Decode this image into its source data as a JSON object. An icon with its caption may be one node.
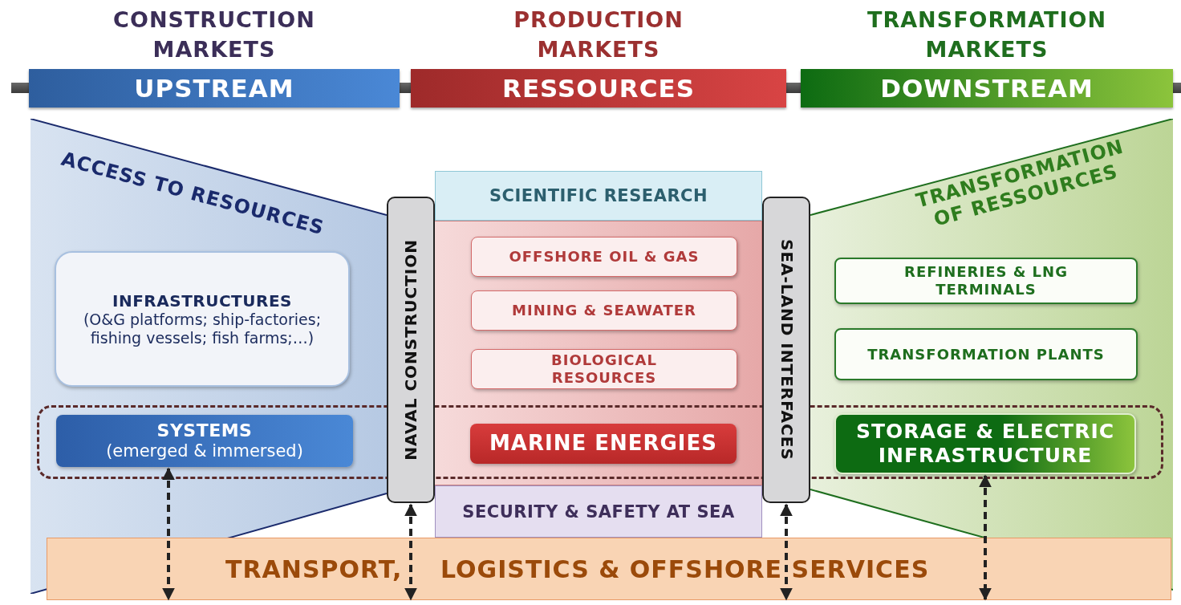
{
  "diagram": {
    "nodes": [
      {
        "text": [
          "CONSTRUCTION MARKETS",
          "UPSTREAM"
        ]
      },
      {
        "text": [
          "PRODUCTION MARKETS",
          "RESSOURCES"
        ]
      },
      {
        "text": [
          "TRANSFORMATION MARKETS",
          "DOWNSTREAM"
        ]
      },
      {
        "text": [
          "ACCESS TO RESOURCES"
        ]
      },
      {
        "text": [
          "SCIENTIFIC RESEARCH"
        ]
      },
      {
        "text": [
          "NAVAL CONSTRUCTION"
        ]
      },
      {
        "text": [
          "SEA-LAND INTERFACES"
        ]
      },
      {
        "text": [
          "TRANSFORMATION OF RESSOURCES"
        ]
      },
      {
        "text": [
          "INFRASTRUCTURES",
          "(O&G platforms; ship-factories; fishing vessels; fish farms;…)"
        ],
        "in": 3
      },
      {
        "text": [
          "OFFSHORE OIL & GAS"
        ]
      },
      {
        "text": [
          "MINING & SEAWATER"
        ]
      },
      {
        "text": [
          "BIOLOGICAL RESOURCES"
        ]
      },
      {
        "text": [
          "REFINERIES & LNG TERMINALS"
        ],
        "in": 7
      },
      {
        "text": [
          "TRANSFORMATION PLANTS"
        ],
        "in": 7
      },
      {
        "text": [],
        "shape": "box"
      },
      {
        "text": [
          "SYSTEMS",
          "(emerged & immersed)"
        ]
      },
      {
        "text": [
          "MARINE ENERGIES"
        ],
        "in": 14
      },
      {
        "text": [
          "STORAGE & ELECTRIC INFRASTRUCTURE"
        ]
      },
      {
        "text": [
          "SECURITY & SAFETY AT SEA"
        ]
      },
      {
        "text": [
          "TRANSPORT,",
          "LOGISTICS & OFFSHORE SERVICES"
        ]
      }
    ],
    "edges": [
      {
        "from": 15,
        "to": 19,
        "arrow": "both",
        "style": "dashed"
      },
      {
        "from": 5,
        "to": 19,
        "arrow": "both",
        "style": "dashed"
      },
      {
        "from": 6,
        "to": 19,
        "arrow": "both",
        "style": "dashed"
      },
      {
        "from": 17,
        "to": 19,
        "arrow": "both",
        "style": "dashed"
      }
    ]
  }
}
